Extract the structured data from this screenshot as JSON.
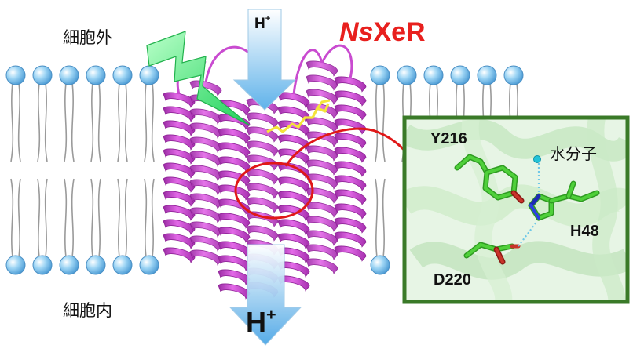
{
  "labels": {
    "outside": "細胞外",
    "inside": "細胞内",
    "protein_prefix": "Ns",
    "protein_suffix": "XeR",
    "proton_top": "H",
    "proton_bottom": "H",
    "proton_sign": "+"
  },
  "inset": {
    "residues": {
      "y216": "Y216",
      "h48": "H48",
      "d220": "D220",
      "water": "水分子"
    }
  },
  "colors": {
    "protein_helix": "#d64fdc",
    "lipid_head": "#86c8f0",
    "arrow": "#8ccbf0",
    "light_bolt": "#2ee36a",
    "highlight": "#e01818",
    "inset_border": "#3a7a28",
    "residue_carbon": "#3fbf2f"
  }
}
